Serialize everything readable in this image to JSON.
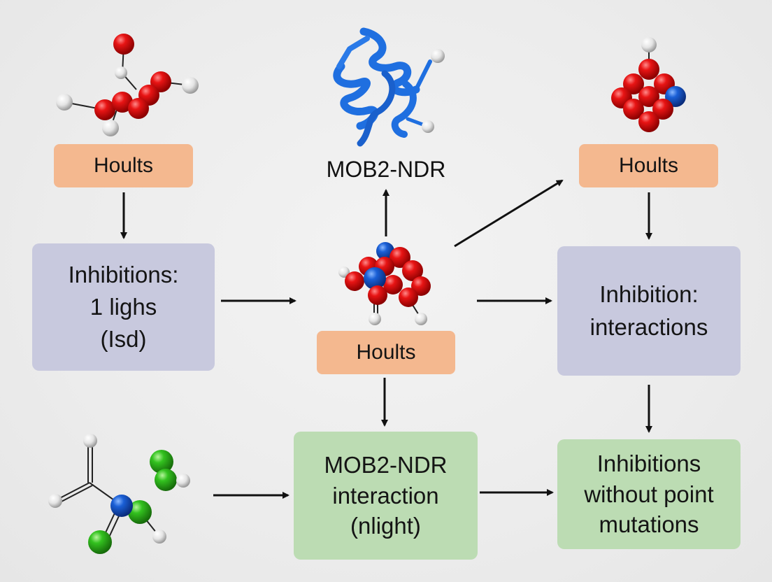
{
  "nodes": {
    "top_left_label": "Hoults",
    "top_right_label": "Hoults",
    "center_label": "Hoults",
    "protein_title": "MOB2-NDR",
    "left_box": "Inhibitions:\n1 lighs\n(Isd)",
    "right_box": "Inhibition:\ninteractions",
    "bottom_center_box": "MOB2-NDR\ninteraction\n(nlight)",
    "bottom_right_box": "Inhibitions\nwithout point\nmutations"
  },
  "icons": {
    "molecule_top_left": "ball-and-stick-molecule-icon",
    "protein": "protein-ribbon-icon",
    "molecule_top_right": "atom-cluster-icon",
    "molecule_center": "atom-cluster-icon",
    "molecule_bottom_left": "ball-and-stick-molecule-icon"
  },
  "colors": {
    "orange_box": "#f4b88f",
    "purple_box": "#c8c9de",
    "green_box": "#bcdcb3",
    "oxygen_red": "#e01010",
    "nitrogen_blue": "#1a5fd6",
    "chlorine_green": "#2fbf1f",
    "hydrogen_white": "#eeeeee",
    "protein_blue": "#1f6fe0"
  }
}
